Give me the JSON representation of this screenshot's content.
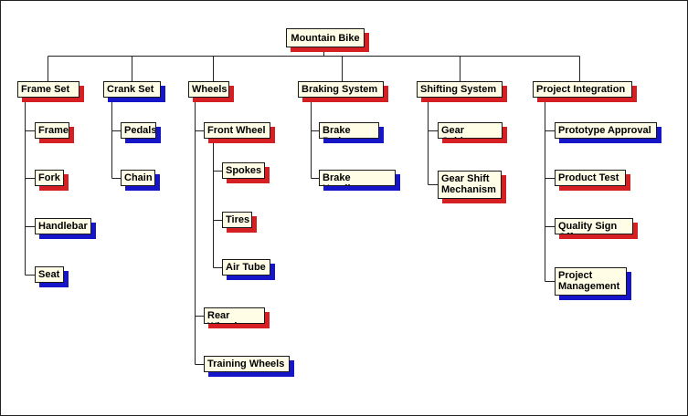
{
  "diagram": {
    "root": {
      "label": "Mountain Bike",
      "shadow": "red"
    },
    "branches": [
      {
        "label": "Frame Set",
        "shadow": "red",
        "children": [
          {
            "label": "Frame",
            "shadow": "red"
          },
          {
            "label": "Fork",
            "shadow": "red"
          },
          {
            "label": "Handlebar",
            "shadow": "blue"
          },
          {
            "label": "Seat",
            "shadow": "blue"
          }
        ]
      },
      {
        "label": "Crank Set",
        "shadow": "blue",
        "children": [
          {
            "label": "Pedals",
            "shadow": "blue"
          },
          {
            "label": "Chain",
            "shadow": "blue"
          }
        ]
      },
      {
        "label": "Wheels",
        "shadow": "red",
        "children": [
          {
            "label": "Front Wheel",
            "shadow": "red",
            "children": [
              {
                "label": "Spokes",
                "shadow": "red"
              },
              {
                "label": "Tires",
                "shadow": "red"
              },
              {
                "label": "Air Tube",
                "shadow": "blue"
              }
            ]
          },
          {
            "label": "Rear Wheel",
            "shadow": "red"
          },
          {
            "label": "Training Wheels",
            "shadow": "blue"
          }
        ]
      },
      {
        "label": "Braking System",
        "shadow": "red",
        "children": [
          {
            "label": "Brake Pads",
            "shadow": "blue"
          },
          {
            "label": "Brake Handles",
            "shadow": "blue"
          }
        ]
      },
      {
        "label": "Shifting System",
        "shadow": "red",
        "children": [
          {
            "label": "Gear Cables",
            "shadow": "red"
          },
          {
            "label": "Gear Shift\nMechanism",
            "shadow": "red"
          }
        ]
      },
      {
        "label": "Project Integration",
        "shadow": "red",
        "children": [
          {
            "label": "Prototype Approval",
            "shadow": "blue"
          },
          {
            "label": "Product Test",
            "shadow": "red"
          },
          {
            "label": "Quality Sign Off",
            "shadow": "red"
          },
          {
            "label": "Project\nManagement",
            "shadow": "blue"
          }
        ]
      }
    ]
  },
  "colors": {
    "shadow_red": "#d51f23",
    "shadow_blue": "#1616c8",
    "box_fill": "#fffde6",
    "line": "#222222"
  }
}
